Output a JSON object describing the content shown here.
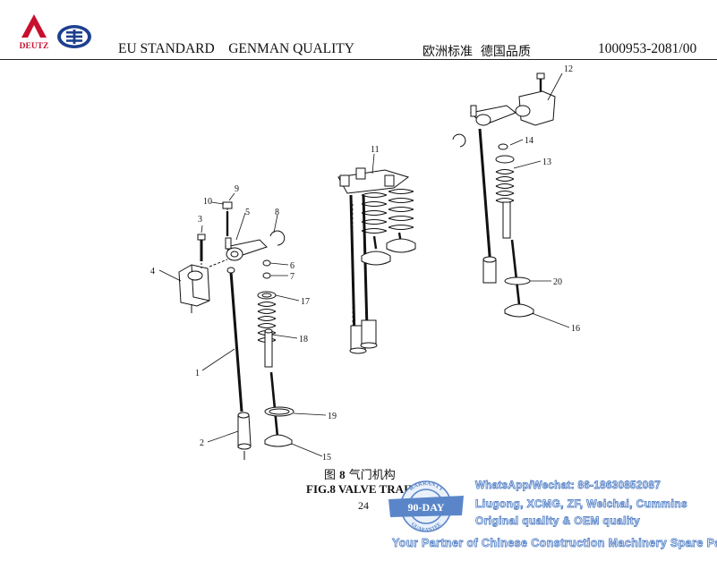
{
  "header": {
    "logo_text": "DEUTZ",
    "standard_en": "EU STANDARD    GENMAN QUALITY",
    "standard_cn": "欧洲标准  德国品质",
    "doc_code": "1000953-2081/00"
  },
  "figure": {
    "caption_cn_prefix": "图",
    "caption_num": "8",
    "caption_cn": "气门机构",
    "caption_en": "FIG.8 VALVE TRAIN",
    "callouts": [
      "1",
      "2",
      "3",
      "4",
      "5",
      "6",
      "7",
      "8",
      "9",
      "10",
      "11",
      "12",
      "13",
      "14",
      "15",
      "16",
      "17",
      "18",
      "19",
      "20"
    ]
  },
  "page_number": "24",
  "seal": {
    "top_text": "WARRANTY",
    "main_text": "90-DAY",
    "bottom_text": "GUARANTEE"
  },
  "watermark": {
    "line1": "WhatsApp/Wechat: 86-18630852087",
    "line2": "Liugong, XCMG, ZF, Weichai, Cummins",
    "line3": "Original quality & OEM quality",
    "line4": "Your Partner of Chinese Construction Machinery Spare Parts"
  },
  "colors": {
    "ink": "#111111",
    "seal": "#5a86c9",
    "deutz_red": "#c8102e",
    "faw_blue": "#1d3f8f"
  }
}
